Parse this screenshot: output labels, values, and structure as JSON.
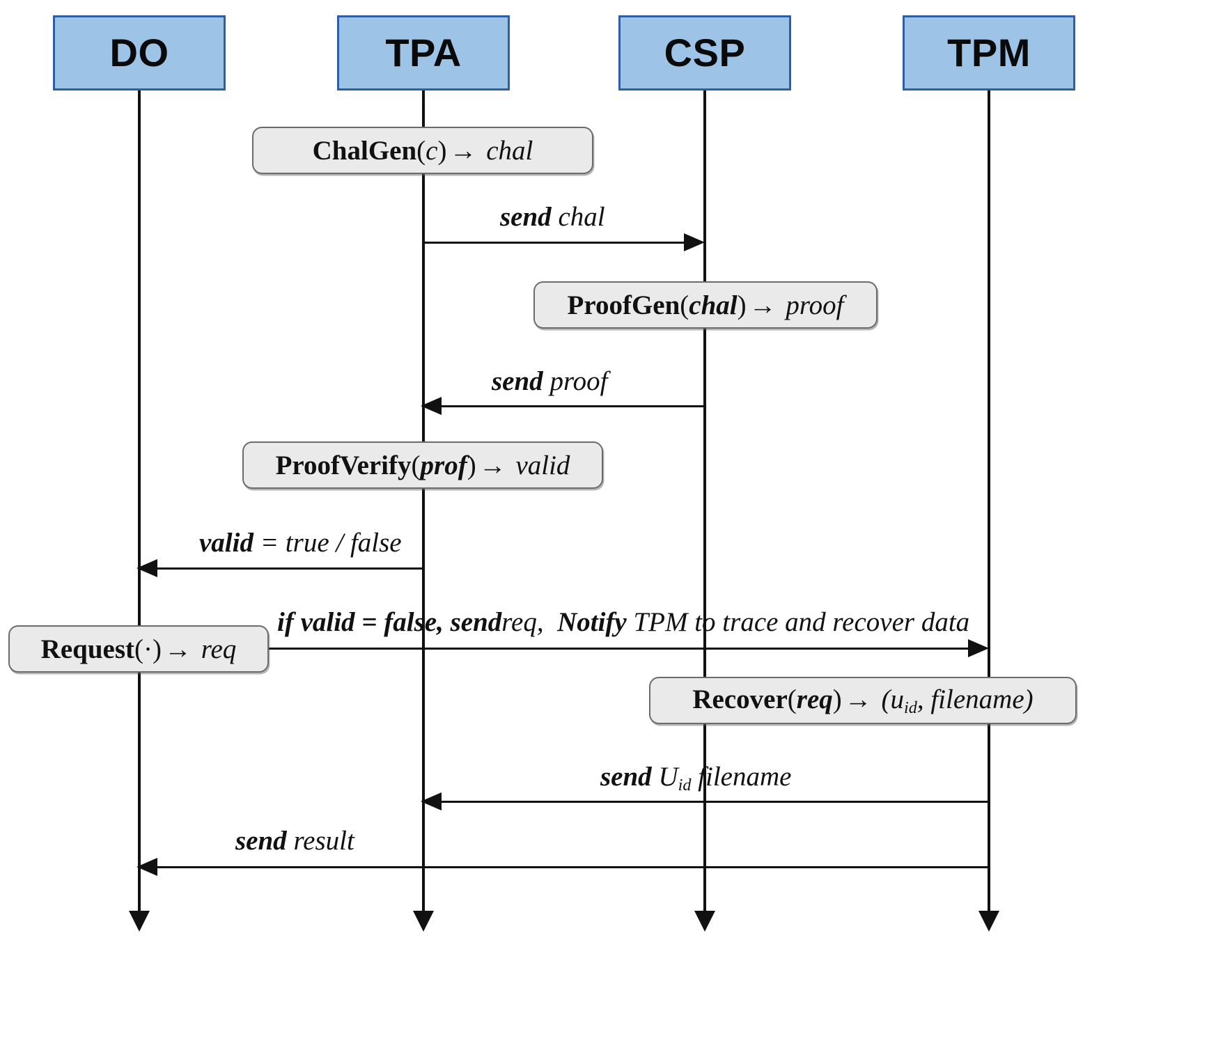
{
  "diagram": {
    "title": "Sequence diagram: audit, verification and data recovery protocol",
    "type": "uml-sequence-diagram",
    "colors": {
      "actor_fill": "#9DC3E6",
      "actor_border": "#2E5FA3",
      "action_fill": "#EAEAEA",
      "action_border": "#6B6B6B",
      "line": "#111111",
      "background": "#FFFFFF"
    }
  },
  "participants": [
    {
      "id": "do",
      "label": "DO"
    },
    {
      "id": "tpa",
      "label": "TPA"
    },
    {
      "id": "csp",
      "label": "CSP"
    },
    {
      "id": "tpm",
      "label": "TPM"
    }
  ],
  "actions": [
    {
      "id": "chalgen",
      "owner": "tpa",
      "name": "ChalGen",
      "arg": "c",
      "result": "chal",
      "text": "ChalGen(c) → chal"
    },
    {
      "id": "proofgen",
      "owner": "csp",
      "name": "ProofGen",
      "arg": "chal",
      "result": "proof",
      "text": "ProofGen(chal) → proof"
    },
    {
      "id": "proofverify",
      "owner": "tpa",
      "name": "ProofVerify",
      "arg": "prof",
      "result": "valid",
      "text": "ProofVerify(prof) → valid"
    },
    {
      "id": "request",
      "owner": "do",
      "name": "Request",
      "arg": "·",
      "result": "req",
      "text": "Request(·) → req"
    },
    {
      "id": "recover",
      "owner": "tpm",
      "name": "Recover",
      "arg": "req",
      "result": "(u_id, filename)",
      "text": "Recover(req) → (u_id, filename)"
    }
  ],
  "messages": [
    {
      "id": "m1",
      "from": "tpa",
      "to": "csp",
      "direction": "right",
      "verb": "send",
      "payload": "chal",
      "text": "send chal"
    },
    {
      "id": "m2",
      "from": "csp",
      "to": "tpa",
      "direction": "left",
      "verb": "send",
      "payload": "proof",
      "text": "send proof"
    },
    {
      "id": "m3",
      "from": "tpa",
      "to": "do",
      "direction": "left",
      "verb": "valid",
      "payload": "= true / false",
      "text": "valid = true / false"
    },
    {
      "id": "m4",
      "from": "do",
      "to": "tpm",
      "direction": "right",
      "condition": "if valid = false,",
      "verb": "send",
      "payload": "req,",
      "notify": "Notify",
      "notify_text": "TPM to trace and recover data",
      "text": "if valid = false, send req,  Notify TPM to trace and recover data"
    },
    {
      "id": "m5",
      "from": "tpm",
      "to": "tpa",
      "direction": "left",
      "verb": "send",
      "payload": "U_id filename",
      "text": "send U_id filename"
    },
    {
      "id": "m6",
      "from": "tpa",
      "to": "do",
      "direction": "left",
      "verb": "send",
      "payload": "result",
      "text": "send result"
    }
  ]
}
